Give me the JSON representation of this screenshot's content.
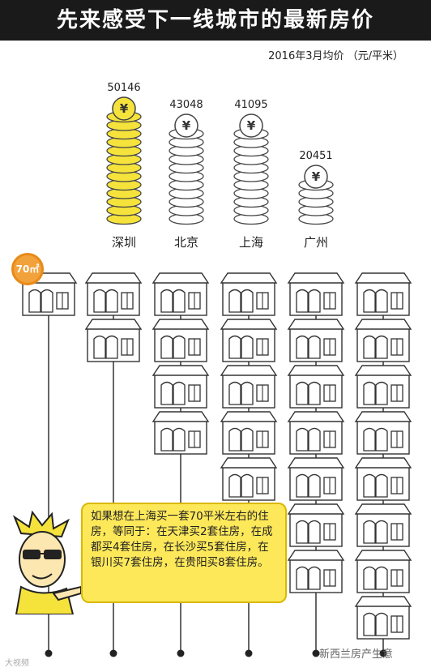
{
  "title": "先来感受下一线城市的最新房价",
  "subtitle": "2016年3月均价 （元/平米）",
  "chart_data": {
    "type": "bar",
    "categories": [
      "深圳",
      "北京",
      "上海",
      "广州"
    ],
    "values": [
      50146,
      43048,
      41095,
      20451
    ],
    "unit": "元/平米",
    "highlight_color": "#f5e33c",
    "normal_color": "#ffffff",
    "houses": {
      "size_label": "70㎡",
      "counts": [
        1,
        2,
        4,
        5,
        7,
        8
      ]
    }
  },
  "bubble_text": "如果想在上海买一套70平米左右的住房，等同于：在天津买2套住房，在成都买4套住房，在长沙买5套住房，在银川买7套住房，在贵阳买8套住房。",
  "watermark_left": "大视频",
  "watermark_right": "新西兰房产生意"
}
